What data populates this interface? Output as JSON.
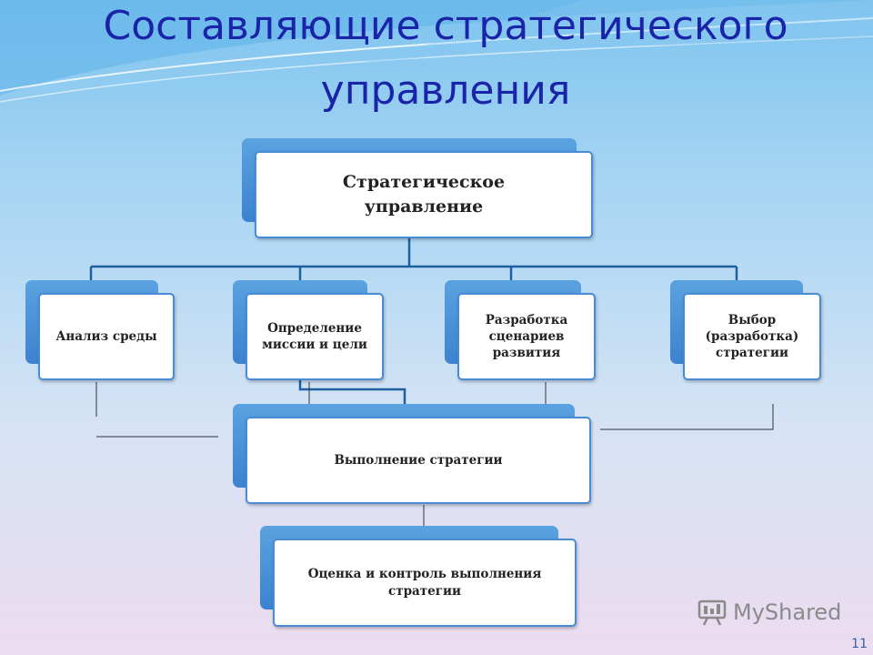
{
  "slide": {
    "title_line1": "Составляющие стратегического",
    "title_line2": "управления",
    "page_number": "11",
    "logo_text": "MyShared"
  },
  "diagram": {
    "root": "Стратегическое управление",
    "children": [
      "Анализ среды",
      "Определение миссии и цели",
      "Разработка сценариев развития",
      "Выбор (разработка) стратегии"
    ],
    "execution": "Выполнение стратегии",
    "control": "Оценка и контроль выполнения стратегии"
  },
  "colors": {
    "title": "#1a24a8",
    "box_border": "#4a8bd6",
    "box_shadow_fill": "#3c82cf",
    "connector": "#1f5fa0"
  }
}
